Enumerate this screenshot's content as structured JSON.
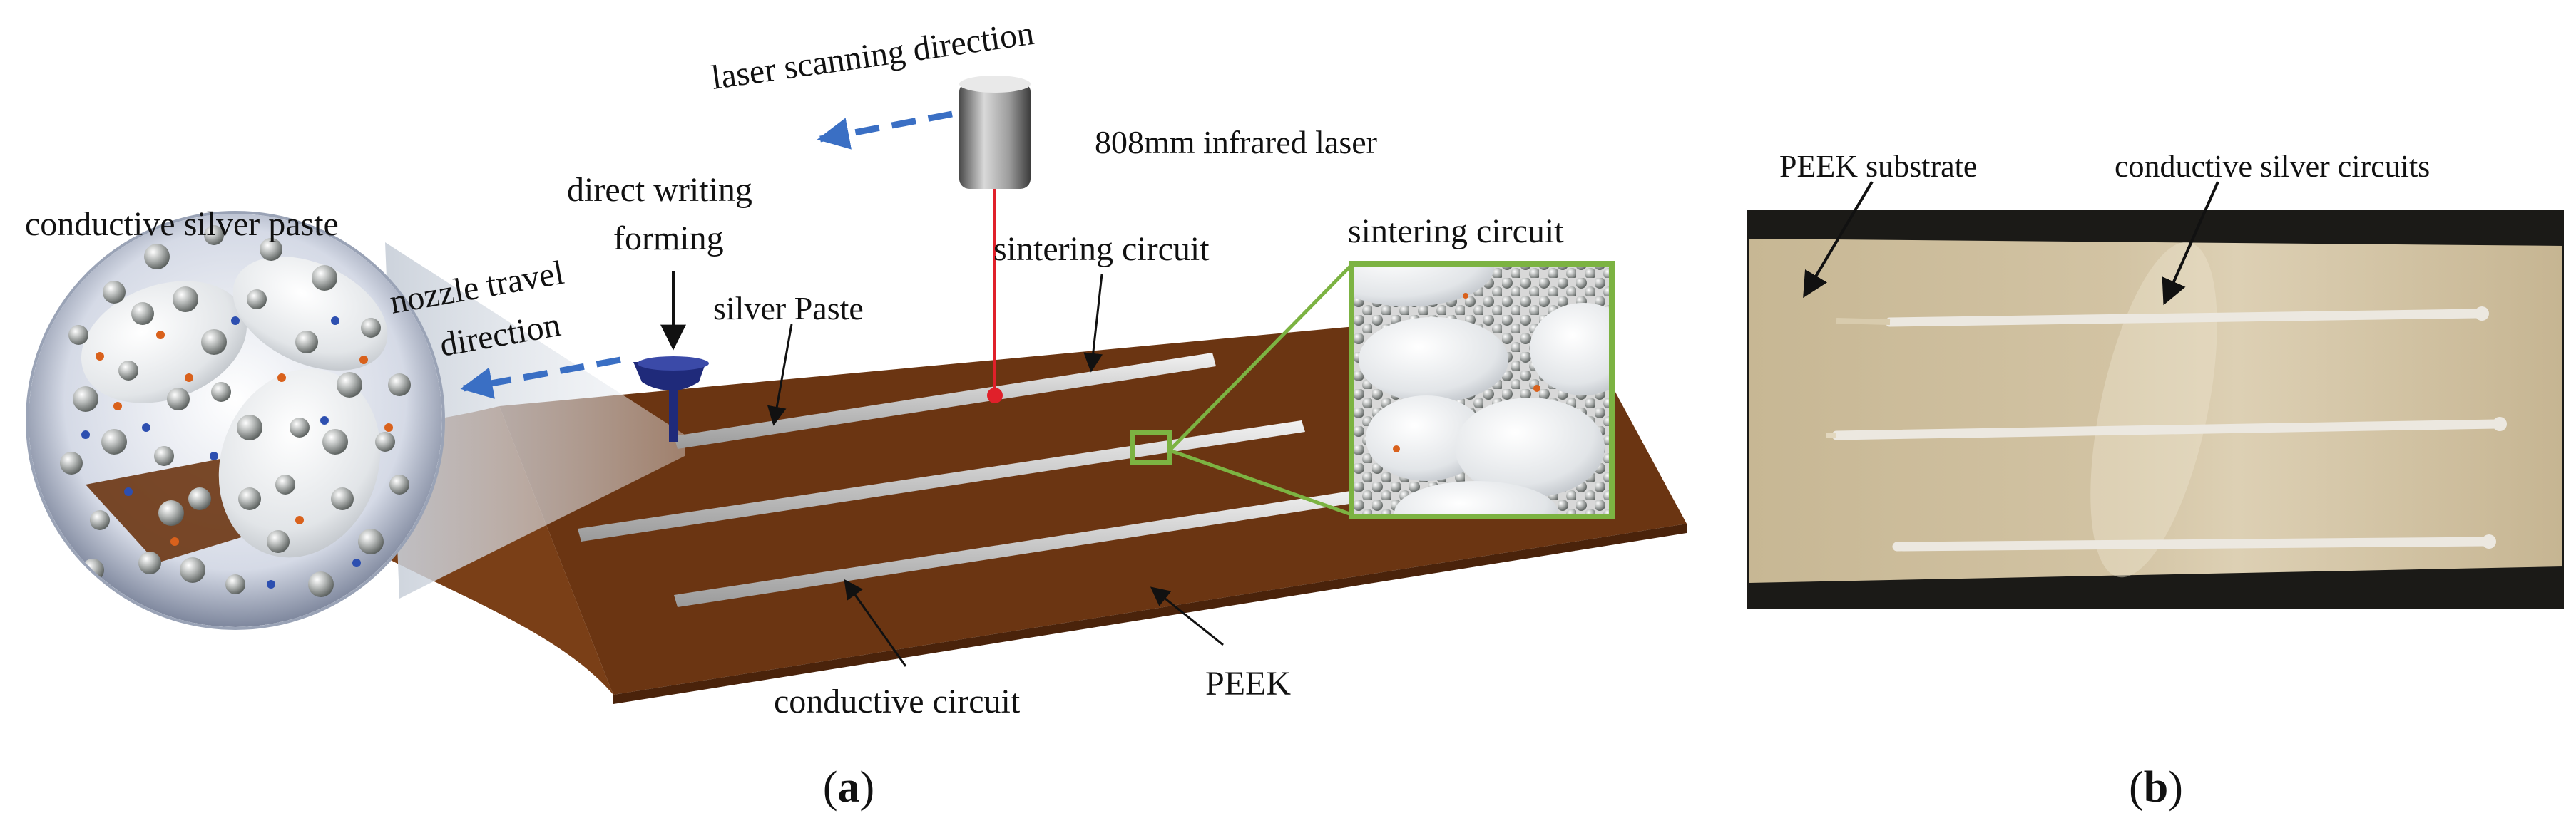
{
  "panel_a": {
    "label_open": "(",
    "label_letter": "a",
    "label_close": ")",
    "laser_scanning_direction": "laser scanning direction",
    "laser_label": "808mm infrared laser",
    "direct_writing_line1": "direct writing",
    "direct_writing_line2": "forming",
    "conductive_silver_paste": "conductive silver paste",
    "nozzle_travel_line1": "nozzle travel",
    "nozzle_travel_line2": "direction",
    "silver_paste": "silver Paste",
    "sintering_circuit": "sintering circuit",
    "sintering_circuit_inset": "sintering circuit",
    "conductive_circuit": "conductive circuit",
    "peek": "PEEK"
  },
  "panel_b": {
    "label_open": "(",
    "label_letter": "b",
    "label_close": ")",
    "peek_substrate": "PEEK substrate",
    "conductive_silver_circuits": "conductive silver circuits"
  },
  "colors": {
    "substrate_brown": "#6b3512",
    "substrate_top": "#7a3f17",
    "inset_green": "#7cb342",
    "laser_red": "#e0202a",
    "arrow_blue": "#3a6fc4",
    "nozzle_blue": "#1f2a7a",
    "photo_bg": "#1b1a17",
    "photo_plate": "#cbbb9a"
  }
}
